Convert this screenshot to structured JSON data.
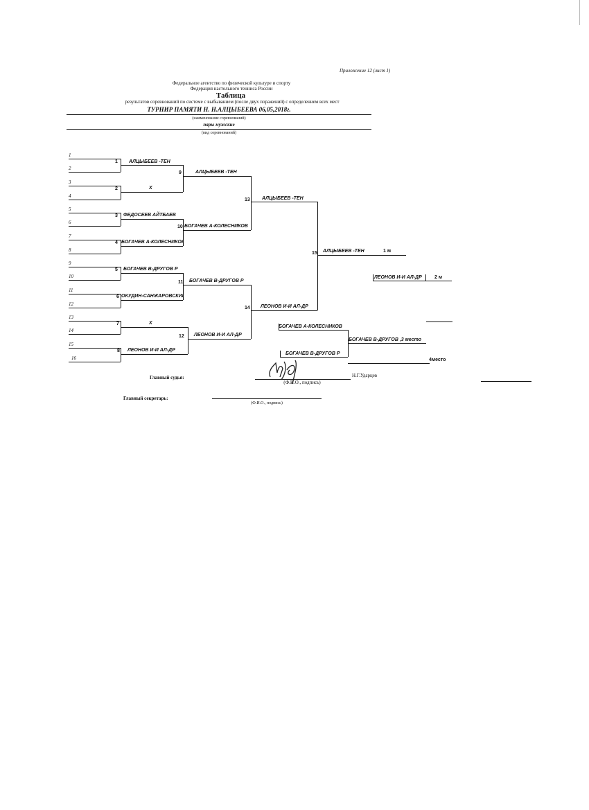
{
  "header": {
    "appendix": "Приложение 12 (лист 1)",
    "agency": "Федеральное агентство по физической культуре и спорту",
    "federation": "Федерация настольного тенниса России",
    "title": "Таблица",
    "subtitle": "результатов соревнований по системе с выбыванием (после двух поражений) с определением всех мест",
    "competition": "ТУРНИР ПАМЯТИ Н. Н.АЛЦЫБЕЕВА 06,05,2018г.",
    "competition_caption": "(наименование соревнований)",
    "event": "пары мужские",
    "event_caption": "(вид соревнований)"
  },
  "slots": [
    "1",
    "2",
    "3",
    "4",
    "5",
    "6",
    "7",
    "8",
    "9",
    "10",
    "11",
    "12",
    "13",
    "14",
    "15",
    "16"
  ],
  "round1": [
    {
      "num": "1",
      "name": "АЛЦЫБЕЕВ -ТЕН"
    },
    {
      "num": "2",
      "name": "Х"
    },
    {
      "num": "3",
      "name": "ФЕДОСЕЕВ АЙТБАЕВ"
    },
    {
      "num": "4",
      "name": "БОГАЧЕВ А-КОЛЕСНИКОВ"
    },
    {
      "num": "5",
      "name": "БОГАЧЕВ В-ДРУГОВ Р"
    },
    {
      "num": "6",
      "name": "ОКУДИН-САНЖАРОВСКИЙ"
    },
    {
      "num": "7",
      "name": "Х"
    },
    {
      "num": "8",
      "name": "ЛЕОНОВ И-И АЛ-ДР"
    }
  ],
  "round2": [
    {
      "num": "9",
      "name": "АЛЦЫБЕЕВ -ТЕН"
    },
    {
      "num": "10",
      "name": "БОГАЧЕВ А-КОЛЕСНИКОВ"
    },
    {
      "num": "11",
      "name": "БОГАЧЕВ В-ДРУГОВ Р"
    },
    {
      "num": "12",
      "name": "ЛЕОНОВ И-И АЛ-ДР"
    }
  ],
  "round3": [
    {
      "num": "13",
      "name": "АЛЦЫБЕЕВ -ТЕН"
    },
    {
      "num": "14",
      "name": "ЛЕОНОВ И-И АЛ-ДР"
    }
  ],
  "final": {
    "num": "15",
    "name": "АЛЦЫБЕЕВ -ТЕН",
    "place": "1 м"
  },
  "second": {
    "name": "ЛЕОНОВ И-И АЛ-ДР",
    "place": "2 м"
  },
  "third_match": {
    "top": "БОГАЧЕВ А-КОЛЕСНИКОВ",
    "bottom": "БОГАЧЕВ В-ДРУГОВ Р",
    "winner": "БОГАЧЕВ В-ДРУГОВ ,3 место",
    "fourth": "4место"
  },
  "footer": {
    "judge_label": "Главный судья:",
    "judge_caption": "(Ф.И.О., подпись)",
    "judge_name": "Н.Г.Ударцев",
    "secretary_label": "Главный секретарь:",
    "secretary_caption": "(Ф.И.О., подпись)"
  }
}
